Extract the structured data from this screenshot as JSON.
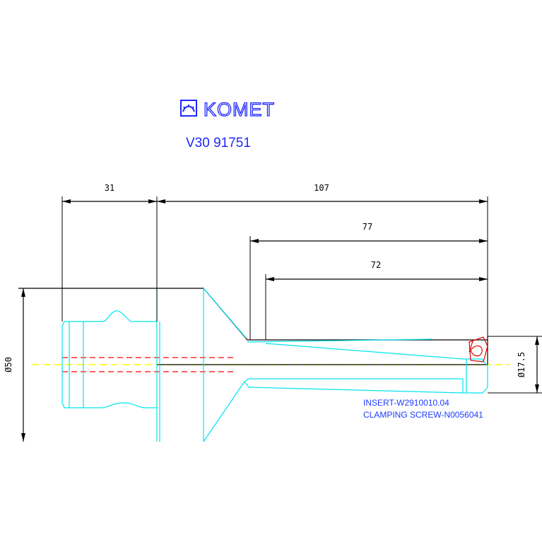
{
  "title_block": {
    "brand": "KOMET",
    "part_number": "V30 91751"
  },
  "dimensions": {
    "d31": "31",
    "d107": "107",
    "d77": "77",
    "d72": "72",
    "dia50": "Ø50",
    "dia17_5": "Ø17.5"
  },
  "notes": {
    "insert": "INSERT-W2910010.04",
    "clamping_screw": "CLAMPING SCREW-N0056041"
  },
  "colors": {
    "outline": "#000000",
    "tool_body": "#00e5ee",
    "hidden_line": "#ff0000",
    "center_line": "#ffff00",
    "logo_blue": "#1e28ff",
    "note_blue": "#1e3cff",
    "insert_red": "#e00000"
  }
}
